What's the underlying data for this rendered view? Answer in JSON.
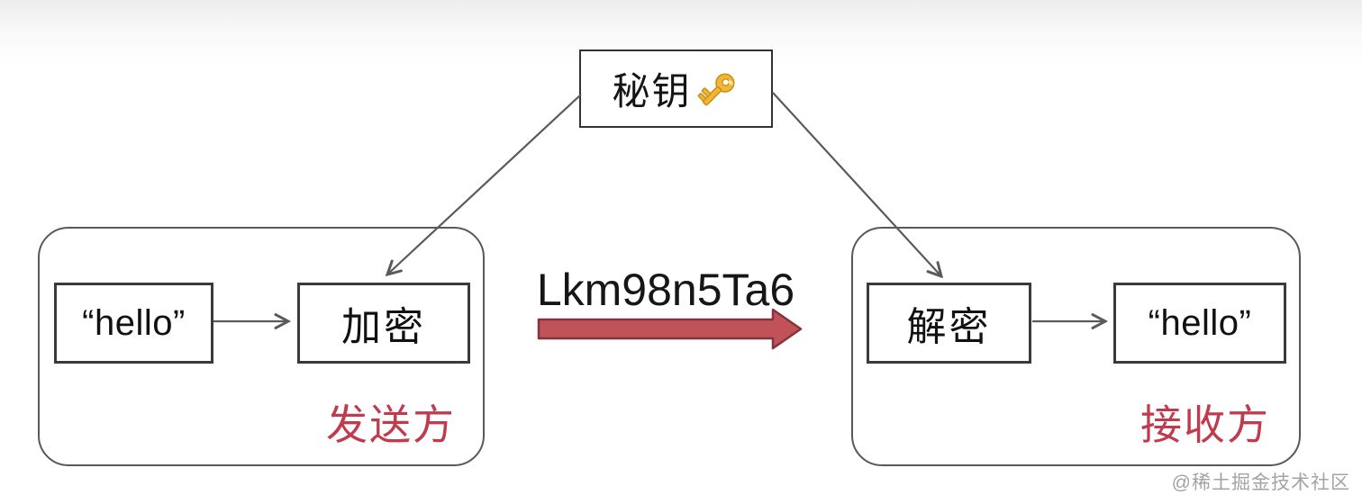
{
  "diagram": {
    "key_box": {
      "label": "秘钥",
      "icon": "gold-key"
    },
    "ciphertext": "Lkm98n5Ta6",
    "sender": {
      "input": "“hello”",
      "process": "加密",
      "role": "发送方"
    },
    "receiver": {
      "process": "解密",
      "output": "“hello”",
      "role": "接收方"
    },
    "watermark": "@稀土掘金技术社区",
    "colors": {
      "role_red": "#bf3b4d",
      "arrow_fill": "#c2525a",
      "arrow_stroke": "#84343a",
      "connector_gray": "#5a5a5a",
      "node_border": "#3a3a3a",
      "container_border": "#58585a",
      "key_gold": "#f2b632",
      "key_gold_dark": "#c8911f",
      "watermark_gray": "#a3a3a3"
    }
  }
}
